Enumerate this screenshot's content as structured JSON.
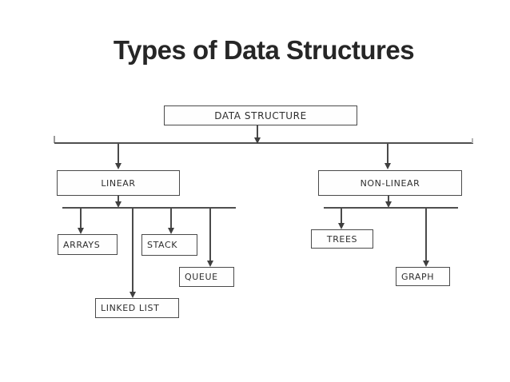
{
  "title": "Types of Data Structures",
  "diagram": {
    "type": "tree",
    "nodes": {
      "root": {
        "label": "DATA STRUCTURE"
      },
      "linear": {
        "label": "LINEAR"
      },
      "non_linear": {
        "label": "NON-LINEAR"
      },
      "arrays": {
        "label": "ARRAYS"
      },
      "stack": {
        "label": "STACK"
      },
      "queue": {
        "label": "QUEUE"
      },
      "linked_list": {
        "label": "LINKED LIST"
      },
      "trees": {
        "label": "TREES"
      },
      "graph": {
        "label": "GRAPH"
      }
    },
    "hierarchy": [
      {
        "parent": "DATA STRUCTURE",
        "children": [
          "LINEAR",
          "NON-LINEAR"
        ]
      },
      {
        "parent": "LINEAR",
        "children": [
          "ARRAYS",
          "STACK",
          "QUEUE",
          "LINKED LIST"
        ]
      },
      {
        "parent": "NON-LINEAR",
        "children": [
          "TREES",
          "GRAPH"
        ]
      }
    ],
    "colors": {
      "background": "#ffffff",
      "box_border": "#4a4a4a",
      "line": "#4f4f4f",
      "text": "#2e2e2e",
      "title": "#262626"
    }
  }
}
